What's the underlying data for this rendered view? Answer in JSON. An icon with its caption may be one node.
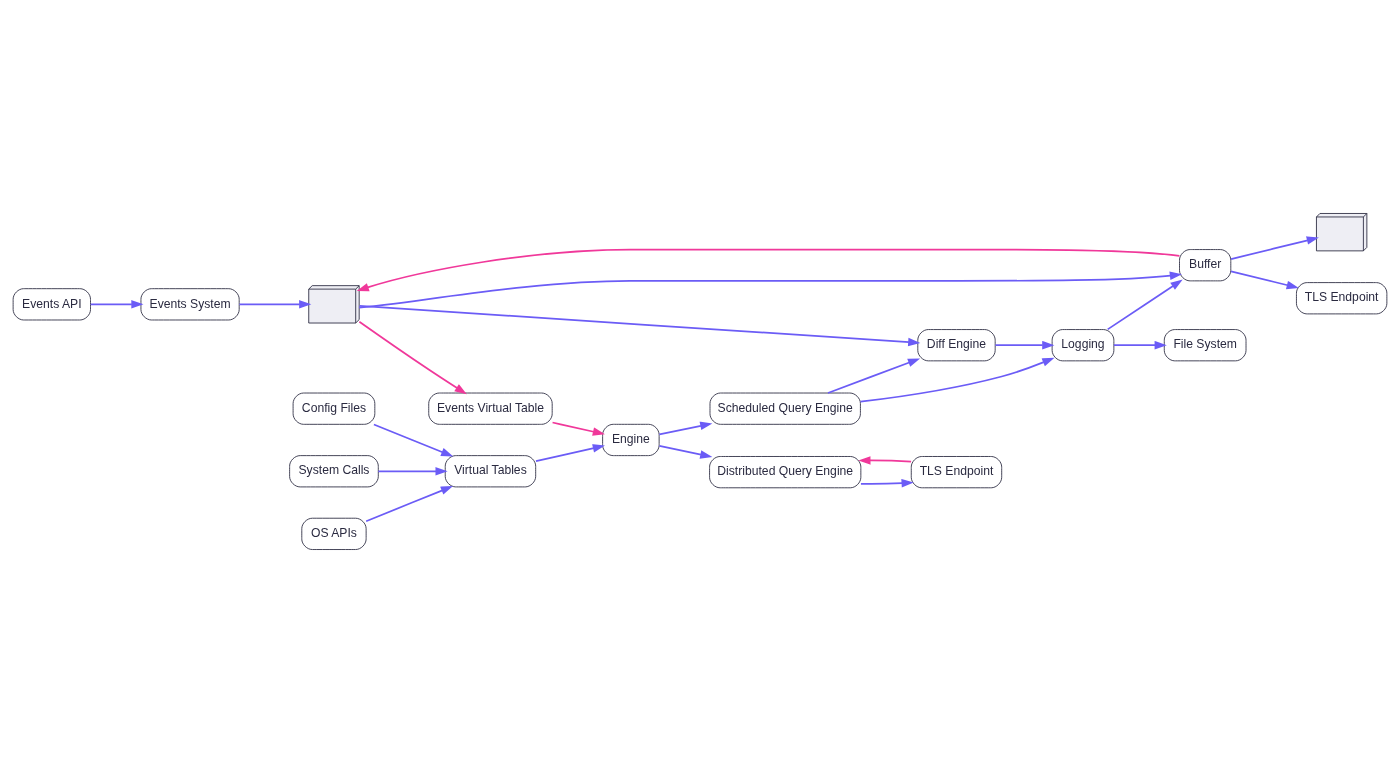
{
  "diagram": {
    "nodes": [
      {
        "text": [
          "Events API"
        ]
      },
      {
        "text": [
          "Events System"
        ]
      },
      {
        "text": [],
        "shape": "picture"
      },
      {
        "text": [
          "Events Virtual Table"
        ]
      },
      {
        "text": [
          "Buffer"
        ]
      },
      {
        "text": [],
        "shape": "picture"
      },
      {
        "text": [
          "TLS Endpoint"
        ]
      },
      {
        "text": [
          "System Calls"
        ]
      },
      {
        "text": [
          "OS APIs"
        ]
      },
      {
        "text": [
          "Virtual Tables"
        ]
      },
      {
        "text": [
          "Engine"
        ]
      },
      {
        "text": [
          "Scheduled Query Engine"
        ]
      },
      {
        "text": [
          "Diff Engine"
        ]
      },
      {
        "text": [
          "Logging"
        ]
      },
      {
        "text": [
          "Config Files"
        ]
      },
      {
        "text": [
          "Distributed Query Engine"
        ]
      },
      {
        "text": [
          "TLS Endpoint"
        ]
      },
      {
        "text": [
          "File System"
        ]
      }
    ],
    "edges": [
      {
        "from": 0,
        "to": 1,
        "arrow": "to"
      },
      {
        "from": 1,
        "to": 2,
        "arrow": "to"
      },
      {
        "from": 2,
        "to": 3,
        "arrow": "to",
        "color": "#f0389a"
      },
      {
        "from": 2,
        "to": 4,
        "arrow": "to"
      },
      {
        "from": 4,
        "to": 2,
        "arrow": "to",
        "color": "#f0389a"
      },
      {
        "from": 4,
        "to": 5,
        "arrow": "to"
      },
      {
        "from": 4,
        "to": 6,
        "arrow": "to"
      },
      {
        "from": 3,
        "to": 10,
        "arrow": "to",
        "color": "#f0389a"
      },
      {
        "from": 2,
        "to": 12,
        "arrow": "to"
      },
      {
        "from": 7,
        "to": 9,
        "arrow": "to"
      },
      {
        "from": 8,
        "to": 9,
        "arrow": "to"
      },
      {
        "from": 14,
        "to": 9,
        "arrow": "to"
      },
      {
        "from": 9,
        "to": 10,
        "arrow": "to"
      },
      {
        "from": 10,
        "to": 11,
        "arrow": "to"
      },
      {
        "from": 11,
        "to": 12,
        "arrow": "to"
      },
      {
        "from": 12,
        "to": 13,
        "arrow": "to"
      },
      {
        "from": 11,
        "to": 13,
        "arrow": "to"
      },
      {
        "from": 13,
        "to": 4,
        "arrow": "to"
      },
      {
        "from": 13,
        "to": 17,
        "arrow": "to"
      },
      {
        "from": 10,
        "to": 15,
        "arrow": "to"
      },
      {
        "from": 15,
        "to": 16,
        "arrow": "to"
      },
      {
        "from": 16,
        "to": 15,
        "arrow": "to",
        "color": "#f0389a"
      }
    ]
  }
}
